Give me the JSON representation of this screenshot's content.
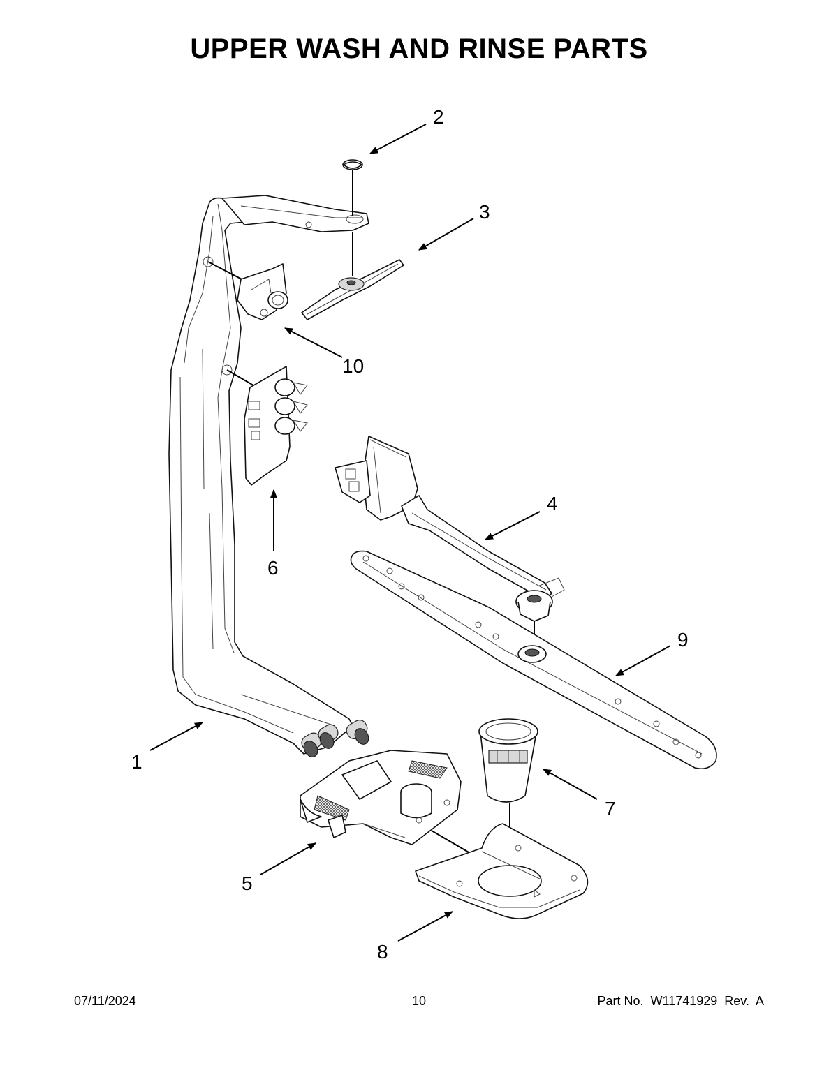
{
  "title": "UPPER WASH AND RINSE PARTS",
  "callouts": [
    "1",
    "2",
    "3",
    "4",
    "5",
    "6",
    "7",
    "8",
    "9",
    "10"
  ],
  "footer": {
    "date": "07/11/2024",
    "page": "10",
    "part_no": "Part No.  W11741929  Rev.  A"
  }
}
